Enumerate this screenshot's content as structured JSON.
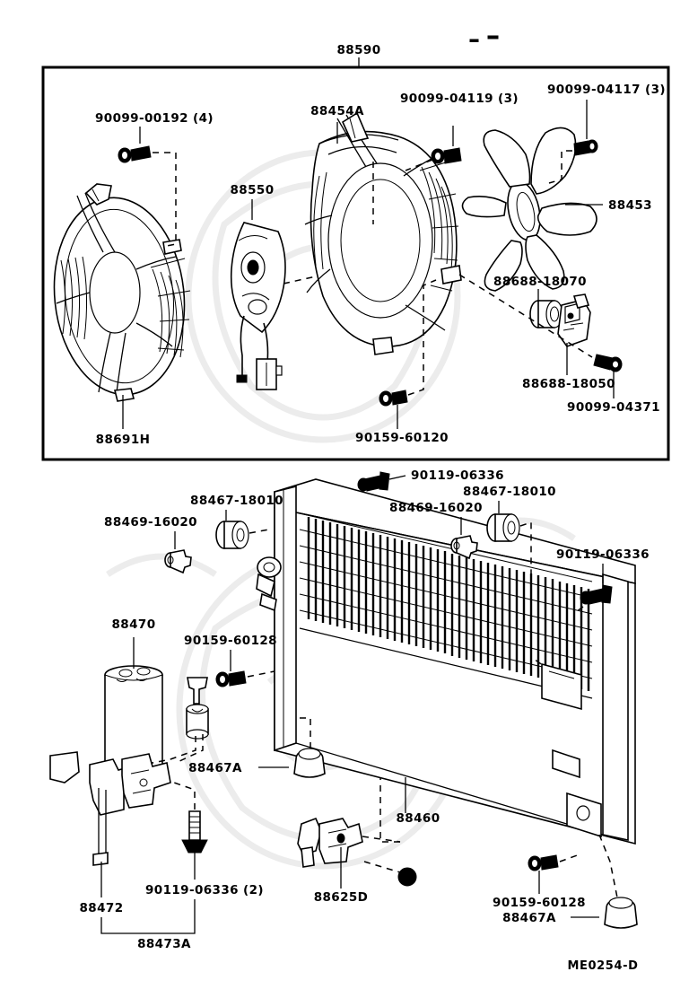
{
  "diagram": {
    "title_group": "88590",
    "sheet_code": "ME0254-D",
    "panels": [
      {
        "name": "cooling-fan-assembly",
        "group_label": "88590"
      },
      {
        "name": "condenser-assembly"
      }
    ]
  },
  "labels": {
    "top_group": "88590",
    "bolt_shroud": "90099-00192 (4)",
    "shroud_lower": "88691H",
    "motor": "88550",
    "shroud_upper": "88454A",
    "bolt_motor": "90099-04119 (3)",
    "bolt_fan": "90099-04117 (3)",
    "fan_blade": "88453",
    "bushing_upper": "88688-18070",
    "bracket": "88688-18050",
    "bolt_bracket": "90099-04371",
    "nut_shroud": "90159-60120",
    "screw_top": "90119-06336",
    "cushion_top_left": "88467-18010",
    "grommet_top_left": "88469-16020",
    "cushion_top_right": "88467-18010",
    "grommet_top_right": "88469-16020",
    "screw_right": "90119-06336",
    "receiver_drier": "88470",
    "nut_drier": "90159-60128",
    "cushion_lower_mid": "88467A",
    "condenser": "88460",
    "bracket_left": "88472",
    "bracket_left_assy": "88473A",
    "screw_left": "90119-06336 (2)",
    "bracket_lower_mid": "88625D",
    "nut_lower_right": "90159-60128",
    "cushion_lower_right": "88467A",
    "sheet_code": "ME0254-D"
  }
}
